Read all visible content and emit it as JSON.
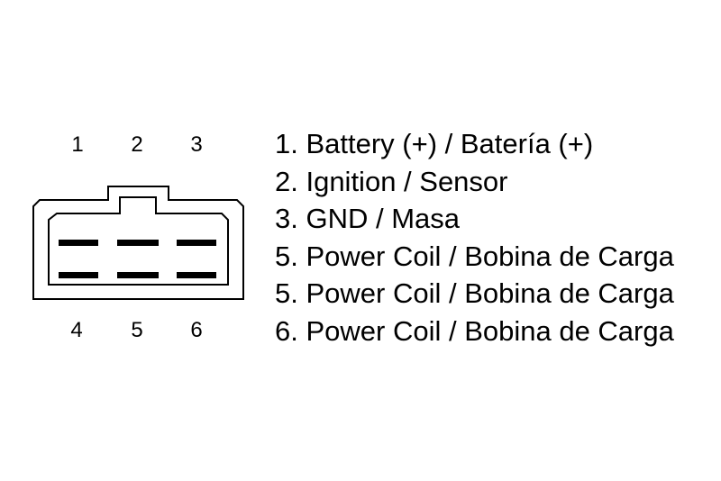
{
  "connector": {
    "top_pins": [
      "1",
      "2",
      "3"
    ],
    "bottom_pins": [
      "4",
      "5",
      "6"
    ]
  },
  "legend": [
    "1. Battery (+) / Batería (+)",
    "2. Ignition / Sensor",
    "3. GND / Masa",
    "5. Power Coil / Bobina de Carga",
    "5. Power Coil / Bobina de Carga",
    "6. Power Coil / Bobina de Carga"
  ],
  "colors": {
    "line": "#000000",
    "background": "#ffffff"
  }
}
